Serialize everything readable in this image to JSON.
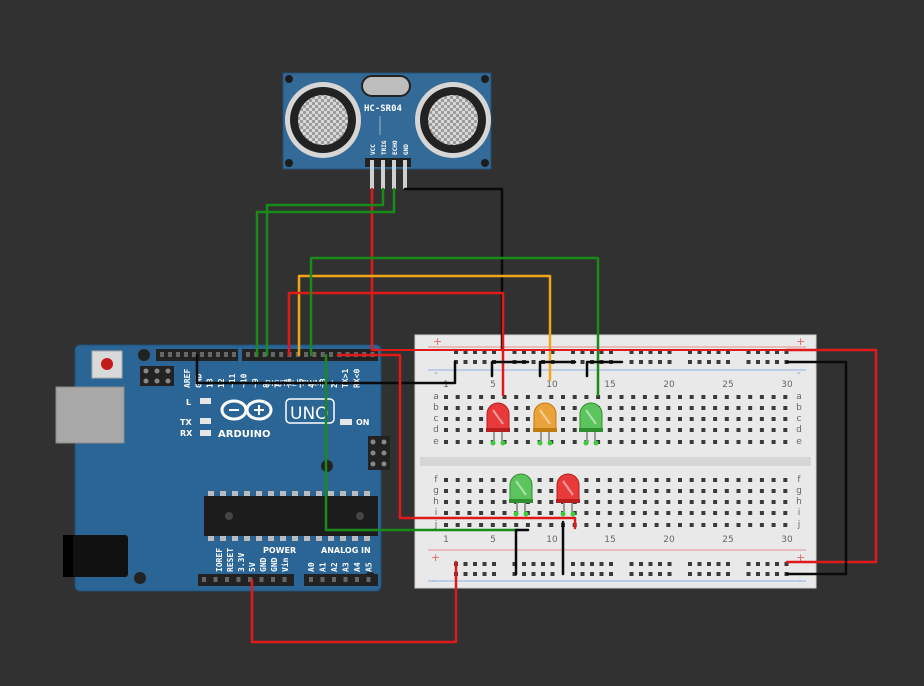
{
  "sensor": {
    "model": "HC-SR04",
    "pins": [
      "VCC",
      "TRIG",
      "ECHO",
      "GND"
    ]
  },
  "arduino": {
    "brand": "ARDUINO",
    "model": "UNO",
    "digital_header_label": "DIGITAL (PWM ~)",
    "pin_labels_top": [
      "AREF",
      "GND",
      "13",
      "12",
      "~11",
      "~10",
      "~9",
      "8",
      "7",
      "~6",
      "~5",
      "4",
      "~3",
      "2",
      "TX>1",
      "RX<0"
    ],
    "led_labels": [
      "L",
      "TX",
      "RX"
    ],
    "on_label": "ON",
    "power_header_label": "POWER",
    "power_pins": [
      "IOREF",
      "RESET",
      "3.3V",
      "5V",
      "GND",
      "GND",
      "Vin"
    ],
    "analog_header_label": "ANALOG IN",
    "analog_pins": [
      "A0",
      "A1",
      "A2",
      "A3",
      "A4",
      "A5"
    ]
  },
  "breadboard": {
    "column_numbers": [
      "1",
      "5",
      "10",
      "15",
      "20",
      "25",
      "30"
    ],
    "rows_top": [
      "a",
      "b",
      "c",
      "d",
      "e"
    ],
    "rows_bottom": [
      "f",
      "g",
      "h",
      "i",
      "j"
    ],
    "rail_plus": "+",
    "rail_minus": "-"
  },
  "leds": [
    {
      "name": "led-red-1",
      "color": "red"
    },
    {
      "name": "led-yellow",
      "color": "yellow"
    },
    {
      "name": "led-green-1",
      "color": "green"
    },
    {
      "name": "led-green-2",
      "color": "green"
    },
    {
      "name": "led-red-2",
      "color": "red"
    }
  ],
  "colors": {
    "background": "#313131",
    "wire_red": "#e01a1a",
    "wire_black": "#0a0a0a",
    "wire_green": "#1a8a1a",
    "wire_orange": "#f2a418",
    "board_blue": "#2a6596",
    "sensor_blue": "#336a98",
    "breadboard": "#e8e8e8"
  }
}
